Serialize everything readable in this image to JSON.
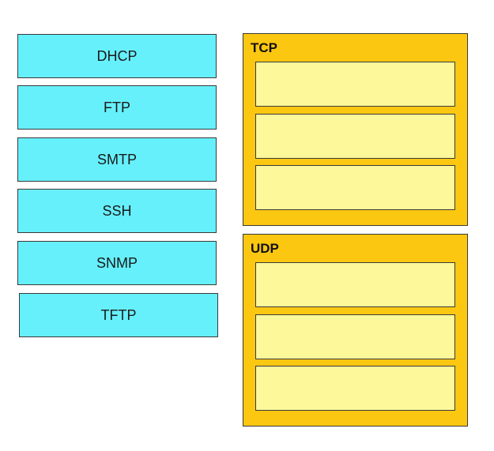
{
  "items": [
    {
      "label": "DHCP"
    },
    {
      "label": "FTP"
    },
    {
      "label": "SMTP"
    },
    {
      "label": "SSH"
    },
    {
      "label": "SNMP"
    },
    {
      "label": "TFTP"
    }
  ],
  "panels": {
    "tcp": {
      "title": "TCP",
      "slots": 3
    },
    "udp": {
      "title": "UDP",
      "slots": 3
    }
  },
  "colors": {
    "item_fill": "#66f0fb",
    "panel_fill": "#fcc711",
    "slot_fill": "#fdf89a",
    "border": "#3a3a3a"
  }
}
